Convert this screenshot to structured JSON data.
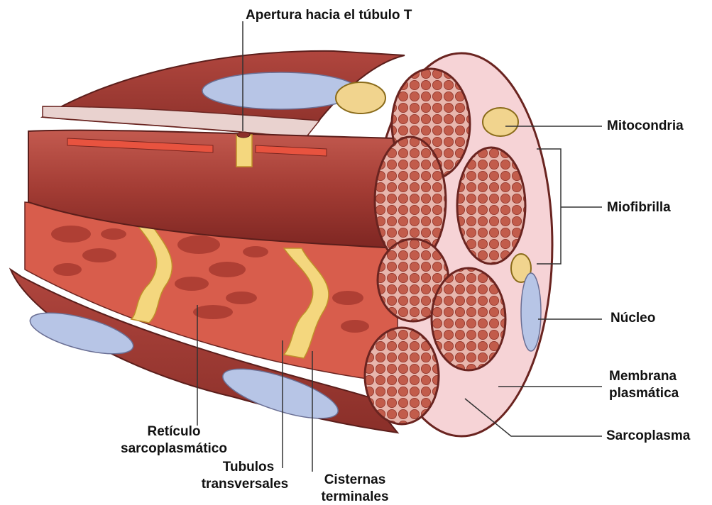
{
  "labels": {
    "t_tubule_opening": "Apertura hacia el túbulo T",
    "mitochondria": "Mitocondria",
    "myofibril": "Miofibrilla",
    "nucleus": "Núcleo",
    "plasma_membrane_1": "Membrana",
    "plasma_membrane_2": "plasmática",
    "sarcoplasm": "Sarcoplasma",
    "sr_1": "Retículo",
    "sr_2": "sarcoplasmático",
    "tt_1": "Tubulos",
    "tt_2": "transversales",
    "tc_1": "Cisternas",
    "tc_2": "terminales"
  },
  "colors": {
    "muscle_dark": "#8c2e2a",
    "muscle_mid": "#b5443b",
    "muscle_light": "#d9675a",
    "reticulum": "#e8533f",
    "t_tubule": "#f4d77e",
    "sarcoplasm_pink": "#f6d3d6",
    "nucleus_blue": "#b7c5e6",
    "myofilament_end": "#c0594a",
    "leader_line": "#333333"
  }
}
